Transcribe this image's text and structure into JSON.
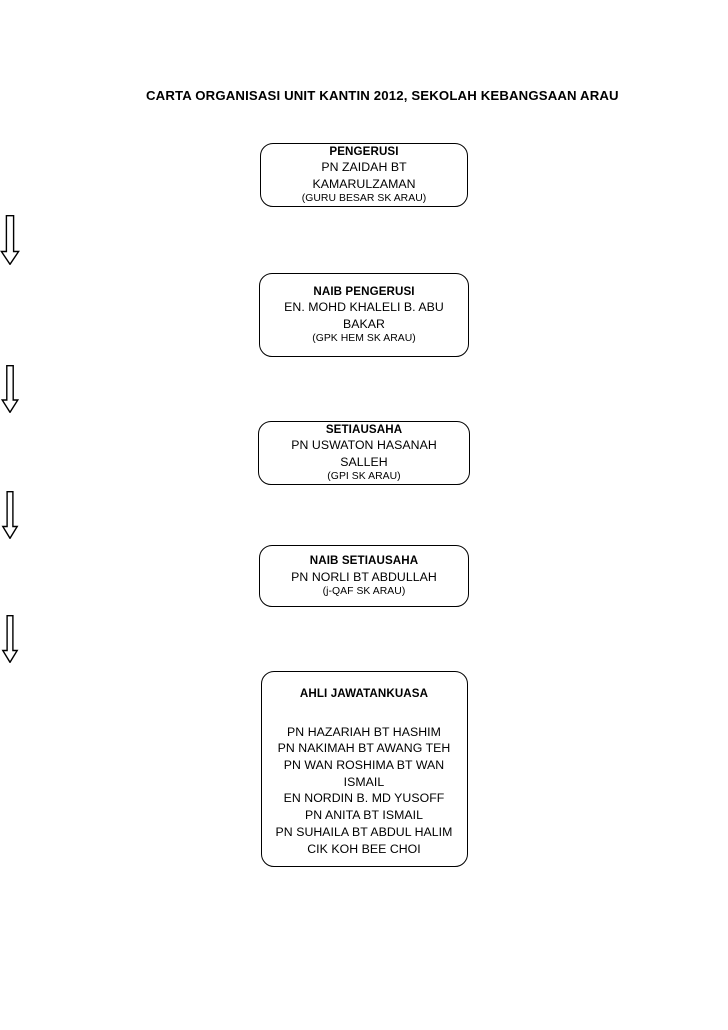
{
  "page": {
    "title": "CARTA ORGANISASI UNIT KANTIN 2012, SEKOLAH KEBANGSAAN ARAU",
    "background_color": "#ffffff",
    "line_color": "#000000"
  },
  "chart_data": {
    "type": "diagram",
    "diagram_type": "organizational-chart",
    "title": "CARTA ORGANISASI UNIT KANTIN 2012, SEKOLAH KEBANGSAAN ARAU",
    "orientation": "vertical",
    "connector_style": "hollow-block-arrow-down",
    "nodes": [
      {
        "id": "pengerusi",
        "role": "PENGERUSI",
        "person": "PN ZAIDAH BT KAMARULZAMAN",
        "note": "(GURU BESAR SK ARAU)",
        "members": []
      },
      {
        "id": "naib-pengerusi",
        "role": "NAIB PENGERUSI",
        "person": "EN. MOHD KHALELI B. ABU BAKAR",
        "note": "(GPK HEM SK ARAU)",
        "members": []
      },
      {
        "id": "setiausaha",
        "role": "SETIAUSAHA",
        "person": "PN USWATON HASANAH SALLEH",
        "note": "(GPI SK ARAU)",
        "members": []
      },
      {
        "id": "naib-setiausaha",
        "role": "NAIB SETIAUSAHA",
        "person": "PN NORLI BT ABDULLAH",
        "note": "(j-QAF SK ARAU)",
        "members": []
      },
      {
        "id": "ahli-jawatankuasa",
        "role": "AHLI JAWATANKUASA",
        "person": "",
        "note": "",
        "members": [
          "PN HAZARIAH BT HASHIM",
          "PN NAKIMAH BT AWANG TEH",
          "PN WAN ROSHIMA BT WAN ISMAIL",
          "EN NORDIN B. MD YUSOFF",
          "PN ANITA BT ISMAIL",
          "PN SUHAILA BT ABDUL HALIM",
          "CIK KOH BEE CHOI"
        ]
      }
    ],
    "edges": [
      {
        "from": "pengerusi",
        "to": "naib-pengerusi"
      },
      {
        "from": "naib-pengerusi",
        "to": "setiausaha"
      },
      {
        "from": "setiausaha",
        "to": "naib-setiausaha"
      },
      {
        "from": "naib-setiausaha",
        "to": "ahli-jawatankuasa"
      }
    ]
  }
}
